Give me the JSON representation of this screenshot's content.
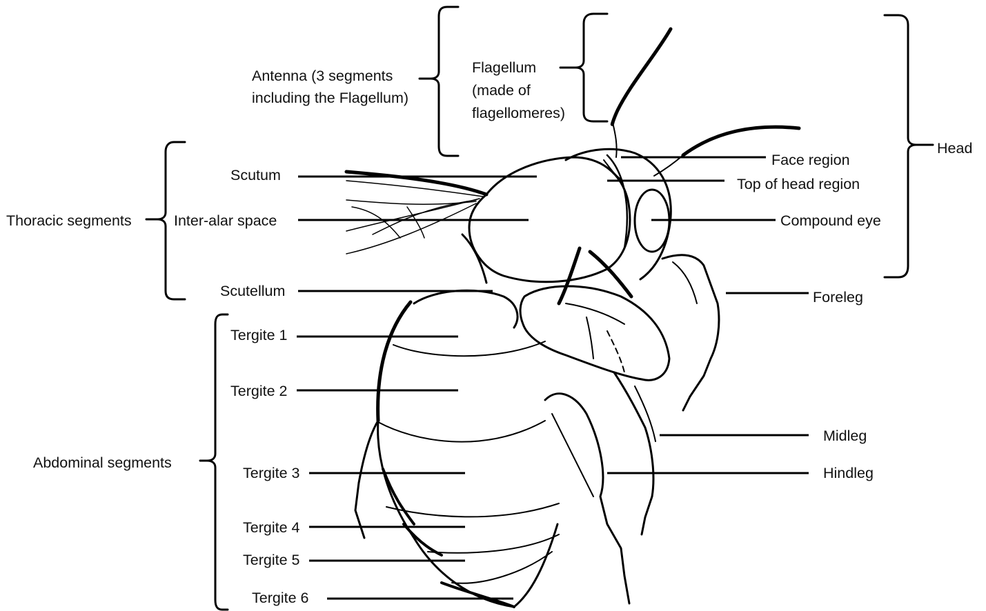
{
  "figure": {
    "labels": {
      "antenna_line1": "Antenna (3 segments",
      "antenna_line2": "including the Flagellum)",
      "flagellum_line1": "Flagellum",
      "flagellum_line2": "(made of",
      "flagellum_line3": "flagellomeres)",
      "head": "Head",
      "face_region": "Face region",
      "top_of_head": "Top of head region",
      "compound_eye": "Compound eye",
      "foreleg": "Foreleg",
      "midleg": "Midleg",
      "hindleg": "Hindleg",
      "thoracic_segments": "Thoracic segments",
      "scutum": "Scutum",
      "inter_alar": "Inter-alar space",
      "scutellum": "Scutellum",
      "abdominal_segments": "Abdominal segments",
      "tergite1": "Tergite 1",
      "tergite2": "Tergite 2",
      "tergite3": "Tergite 3",
      "tergite4": "Tergite 4",
      "tergite5": "Tergite 5",
      "tergite6": "Tergite 6"
    }
  }
}
